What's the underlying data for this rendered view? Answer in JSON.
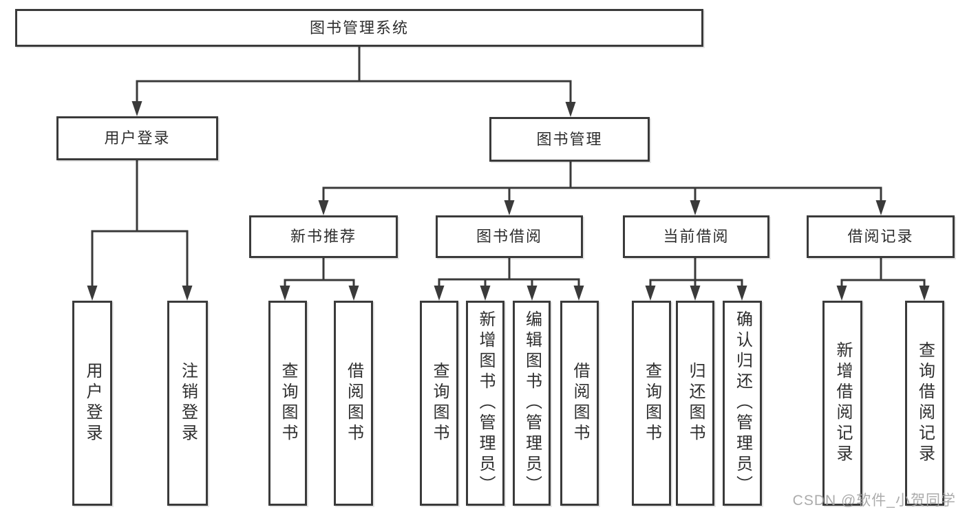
{
  "diagram": {
    "type": "tree",
    "title": "图书管理系统",
    "nodes": {
      "root": "图书管理系统",
      "user_login": "用户登录",
      "book_mgmt": "图书管理",
      "new_book_rec": "新书推荐",
      "book_borrow": "图书借阅",
      "current_borrow": "当前借阅",
      "borrow_record": "借阅记录",
      "user_login_leaf": "用户登录",
      "logout_leaf": "注销登录",
      "query_books_1": "查询图书",
      "borrow_books_1": "借阅图书",
      "query_books_2": "查询图书",
      "add_books": "新增图书（管理员）",
      "edit_books": "编辑图书（管理员）",
      "borrow_books_2": "借阅图书",
      "query_books_3": "查询图书",
      "return_books": "归还图书",
      "confirm_return": "确认归还（管理员）",
      "add_borrow_record": "新增借阅记录",
      "query_borrow_record": "查询借阅记录"
    },
    "hierarchy": [
      {
        "parent": "图书管理系统",
        "children": [
          "用户登录",
          "图书管理"
        ]
      },
      {
        "parent": "用户登录",
        "children": [
          "用户登录",
          "注销登录"
        ]
      },
      {
        "parent": "图书管理",
        "children": [
          "新书推荐",
          "图书借阅",
          "当前借阅",
          "借阅记录"
        ]
      },
      {
        "parent": "新书推荐",
        "children": [
          "查询图书",
          "借阅图书"
        ]
      },
      {
        "parent": "图书借阅",
        "children": [
          "查询图书",
          "新增图书（管理员）",
          "编辑图书（管理员）",
          "借阅图书"
        ]
      },
      {
        "parent": "当前借阅",
        "children": [
          "查询图书",
          "归还图书",
          "确认归还（管理员）"
        ]
      },
      {
        "parent": "借阅记录",
        "children": [
          "新增借阅记录",
          "查询借阅记录"
        ]
      }
    ],
    "colors": {
      "line": "#3a3a3a",
      "text": "#2e2e2e",
      "background": "#ffffff",
      "watermark": "#a2a2a2"
    },
    "watermark": "CSDN @软件_小贺同学"
  }
}
